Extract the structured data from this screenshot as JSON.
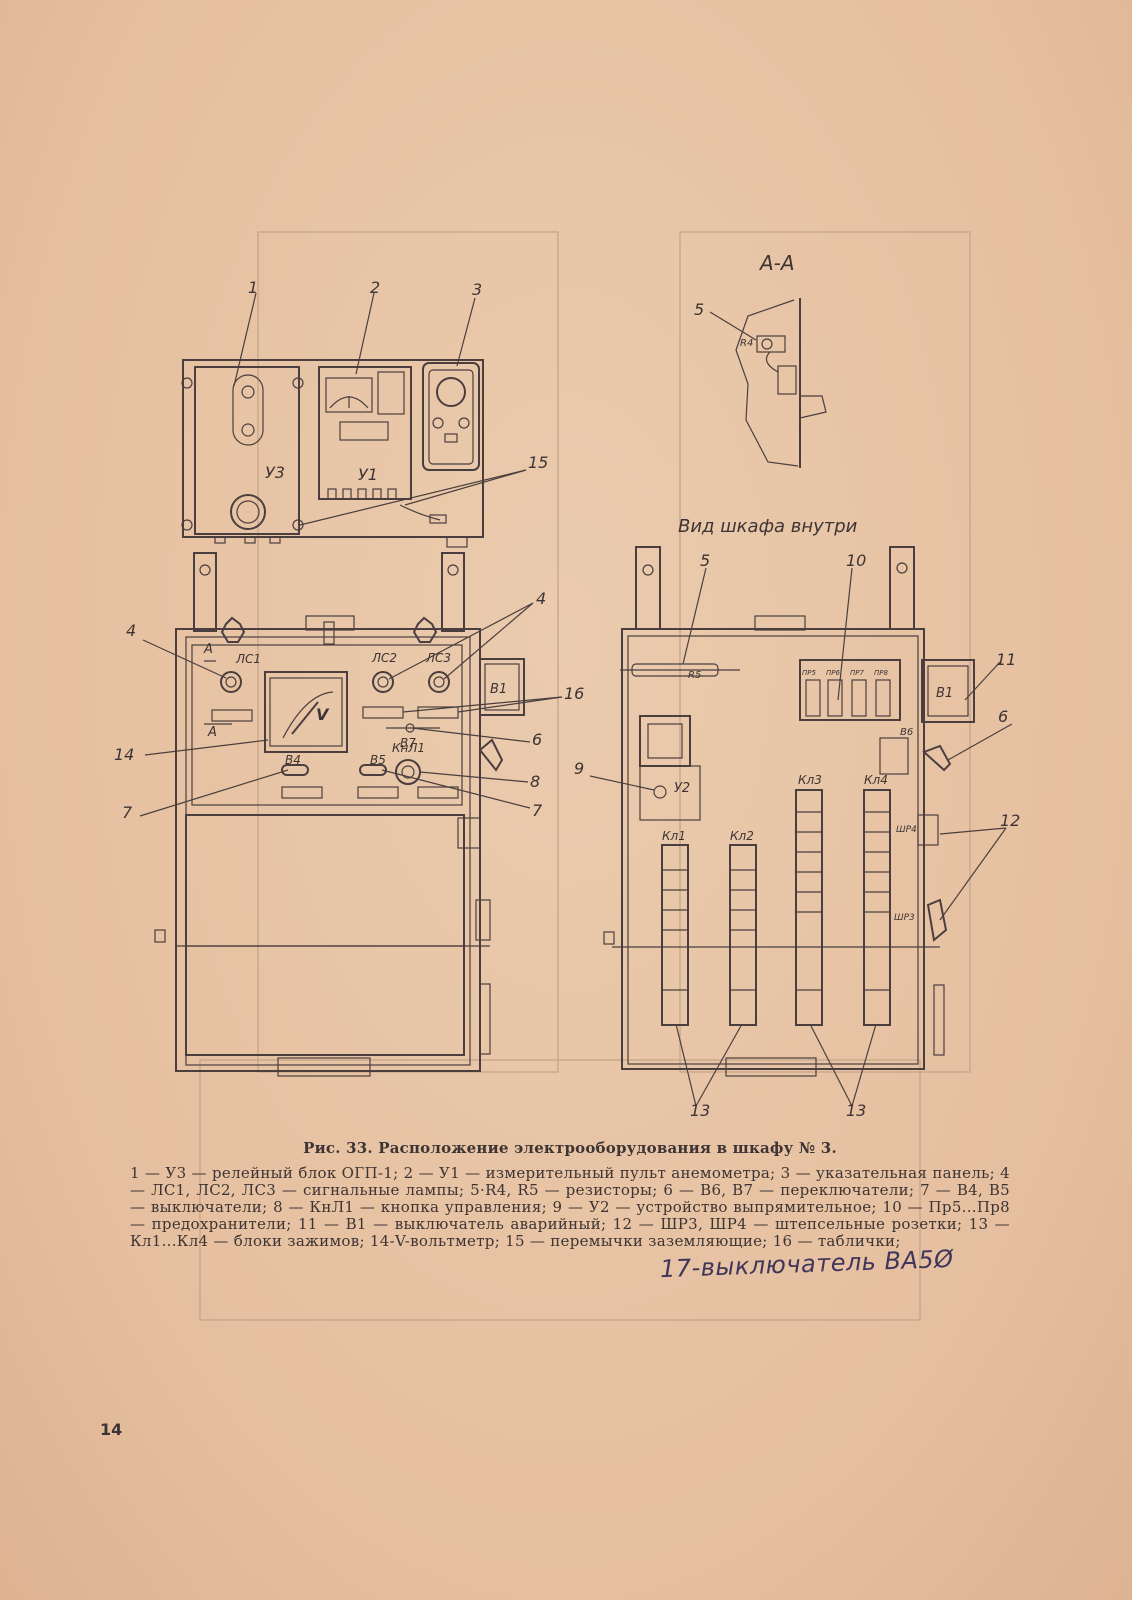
{
  "figure": {
    "section_label": "А-А",
    "inside_view_label": "Вид шкафа внутри",
    "callouts": [
      "1",
      "2",
      "3",
      "4",
      "4",
      "5",
      "5",
      "6",
      "6",
      "7",
      "7",
      "8",
      "9",
      "10",
      "11",
      "12",
      "13",
      "13",
      "14",
      "15",
      "16"
    ],
    "panel_labels": {
      "u3": "У3",
      "u1": "У1",
      "ls1": "ЛС1",
      "ls2": "ЛС2",
      "ls3": "ЛС3",
      "b1": "В1",
      "b4": "В4",
      "b5": "В5",
      "b6": "В6",
      "b7": "В7",
      "knl1": "КнЛ1",
      "voltmeter": "V",
      "u2": "У2",
      "r4": "R4",
      "r5": "R5",
      "kl1": "Кл1",
      "kl2": "Кл2",
      "kl3": "Кл3",
      "kl4": "Кл4",
      "shr4": "ШР4",
      "shr3": "ШР3",
      "section_a": "А",
      "fuses": [
        "ПР5",
        "ПР6",
        "ПР7",
        "ПР8"
      ]
    }
  },
  "caption": {
    "title": "Рис. 33. Расположение электрооборудования в шкафу № 3.",
    "body": "1 — У3 — релейный блок ОГП-1; 2 — У1 — измерительный пульт анемометра; 3 — указательная панель; 4 — ЛС1, ЛС2, ЛС3 — сигнальные лампы; 5·R4, R5 — резисторы; 6 — В6, В7 — переключатели; 7 — В4, В5 — выключатели; 8 — КнЛ1 — кнопка управления; 9 — У2 — устройство выпрямительное; 10 — Пр5...Пр8 — предохранители; 11 — В1 — выключатель аварийный; 12 — ШР3, ШР4 — штепсельные розетки; 13 — Кл1...Кл4 — блоки зажимов; 14-V-вольтметр; 15 — перемычки заземляющие; 16 — таблички;"
  },
  "handwritten_note": "17-выключатель ВА5Ø",
  "page_number": "14"
}
